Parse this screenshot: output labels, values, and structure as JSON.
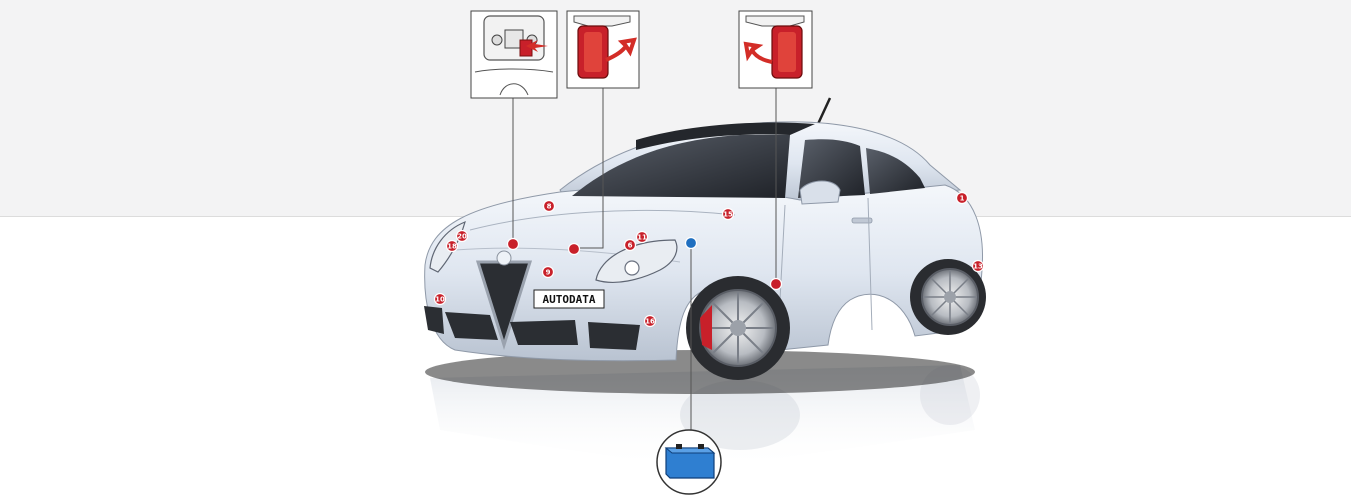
{
  "plate_text": "AUTODATA",
  "colors": {
    "hotspot_red": "#c8202a",
    "hotspot_blue": "#1f6fc0",
    "car_body": "#dfe6f0",
    "callout_red": "#d32d27"
  },
  "hotspots": [
    {
      "label": "1",
      "color": "red"
    },
    {
      "label": "8",
      "color": "red"
    },
    {
      "label": "15",
      "color": "red"
    },
    {
      "label": "20",
      "color": "red"
    },
    {
      "label": "18",
      "color": "red"
    },
    {
      "label": "",
      "color": "red"
    },
    {
      "label": "",
      "color": "red"
    },
    {
      "label": "6",
      "color": "red"
    },
    {
      "label": "11",
      "color": "red"
    },
    {
      "label": "",
      "color": "blue"
    },
    {
      "label": "9",
      "color": "red"
    },
    {
      "label": "10",
      "color": "red"
    },
    {
      "label": "16",
      "color": "red"
    },
    {
      "label": "",
      "color": "red"
    },
    {
      "label": "13",
      "color": "red"
    }
  ],
  "callouts": [
    {
      "icon": "bonnet-release-icon"
    },
    {
      "icon": "fuel-flap-open-icon"
    },
    {
      "icon": "fuel-flap-close-icon"
    },
    {
      "icon": "battery-icon"
    }
  ]
}
